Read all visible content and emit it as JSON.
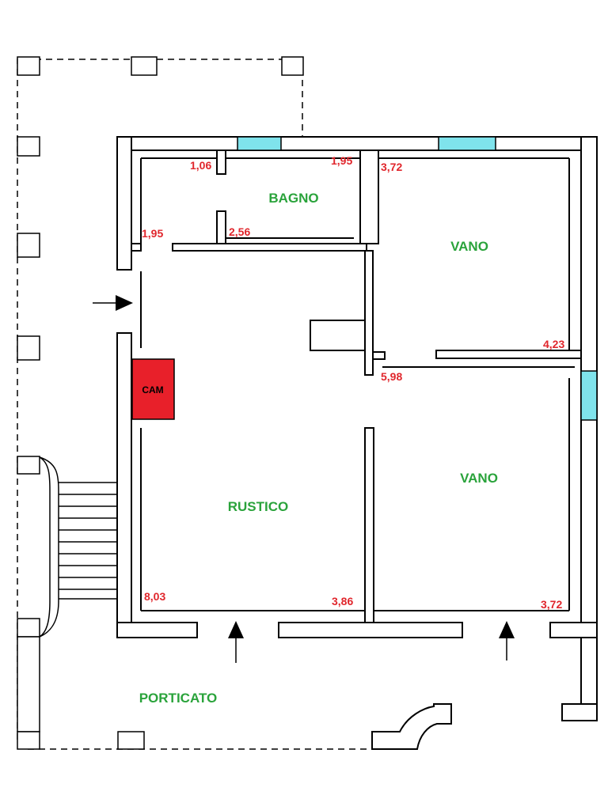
{
  "plan": {
    "rooms": {
      "bagno": "BAGNO",
      "vano_top": "VANO",
      "vano_bottom": "VANO",
      "rustico": "RUSTICO",
      "porticato": "PORTICATO",
      "cam": "CAM"
    },
    "dimensions": {
      "bagno_top_left": "1,06",
      "bagno_top_right": "1,95",
      "bagno_left": "1,95",
      "bagno_bottom": "2,56",
      "vano_top_left": "3,72",
      "vano_top_right": "4,23",
      "hall_mid": "5,98",
      "rustico_left": "8,03",
      "rustico_right": "3,86",
      "vano_bottom_right": "3,72"
    },
    "colors": {
      "room_label": "#2aa33b",
      "dimension": "#e0262c",
      "window": "#7fe3ec",
      "cam_fill": "#e8202a"
    }
  }
}
